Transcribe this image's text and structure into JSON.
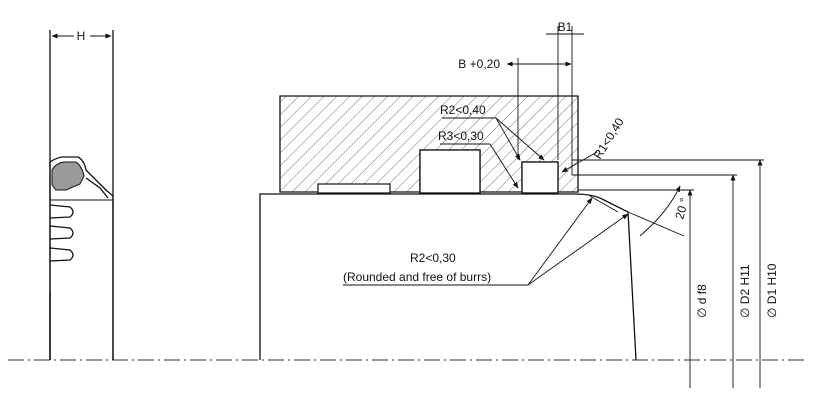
{
  "dimensions": {
    "height": "H",
    "lip_width": "B1",
    "groove_width": "B +0,20",
    "radius_top": "R2<0,40",
    "radius_mid": "R3<0,30",
    "radius_corner": "R1<0,40",
    "chamfer_angle": "20 °",
    "radius_rod": "R2<0,30",
    "rod_note": "(Rounded and free of burrs)",
    "rod_diameter": "∅ d f8",
    "groove_diameter": "∅ D2 H11",
    "bore_diameter": "∅ D1 H10"
  }
}
